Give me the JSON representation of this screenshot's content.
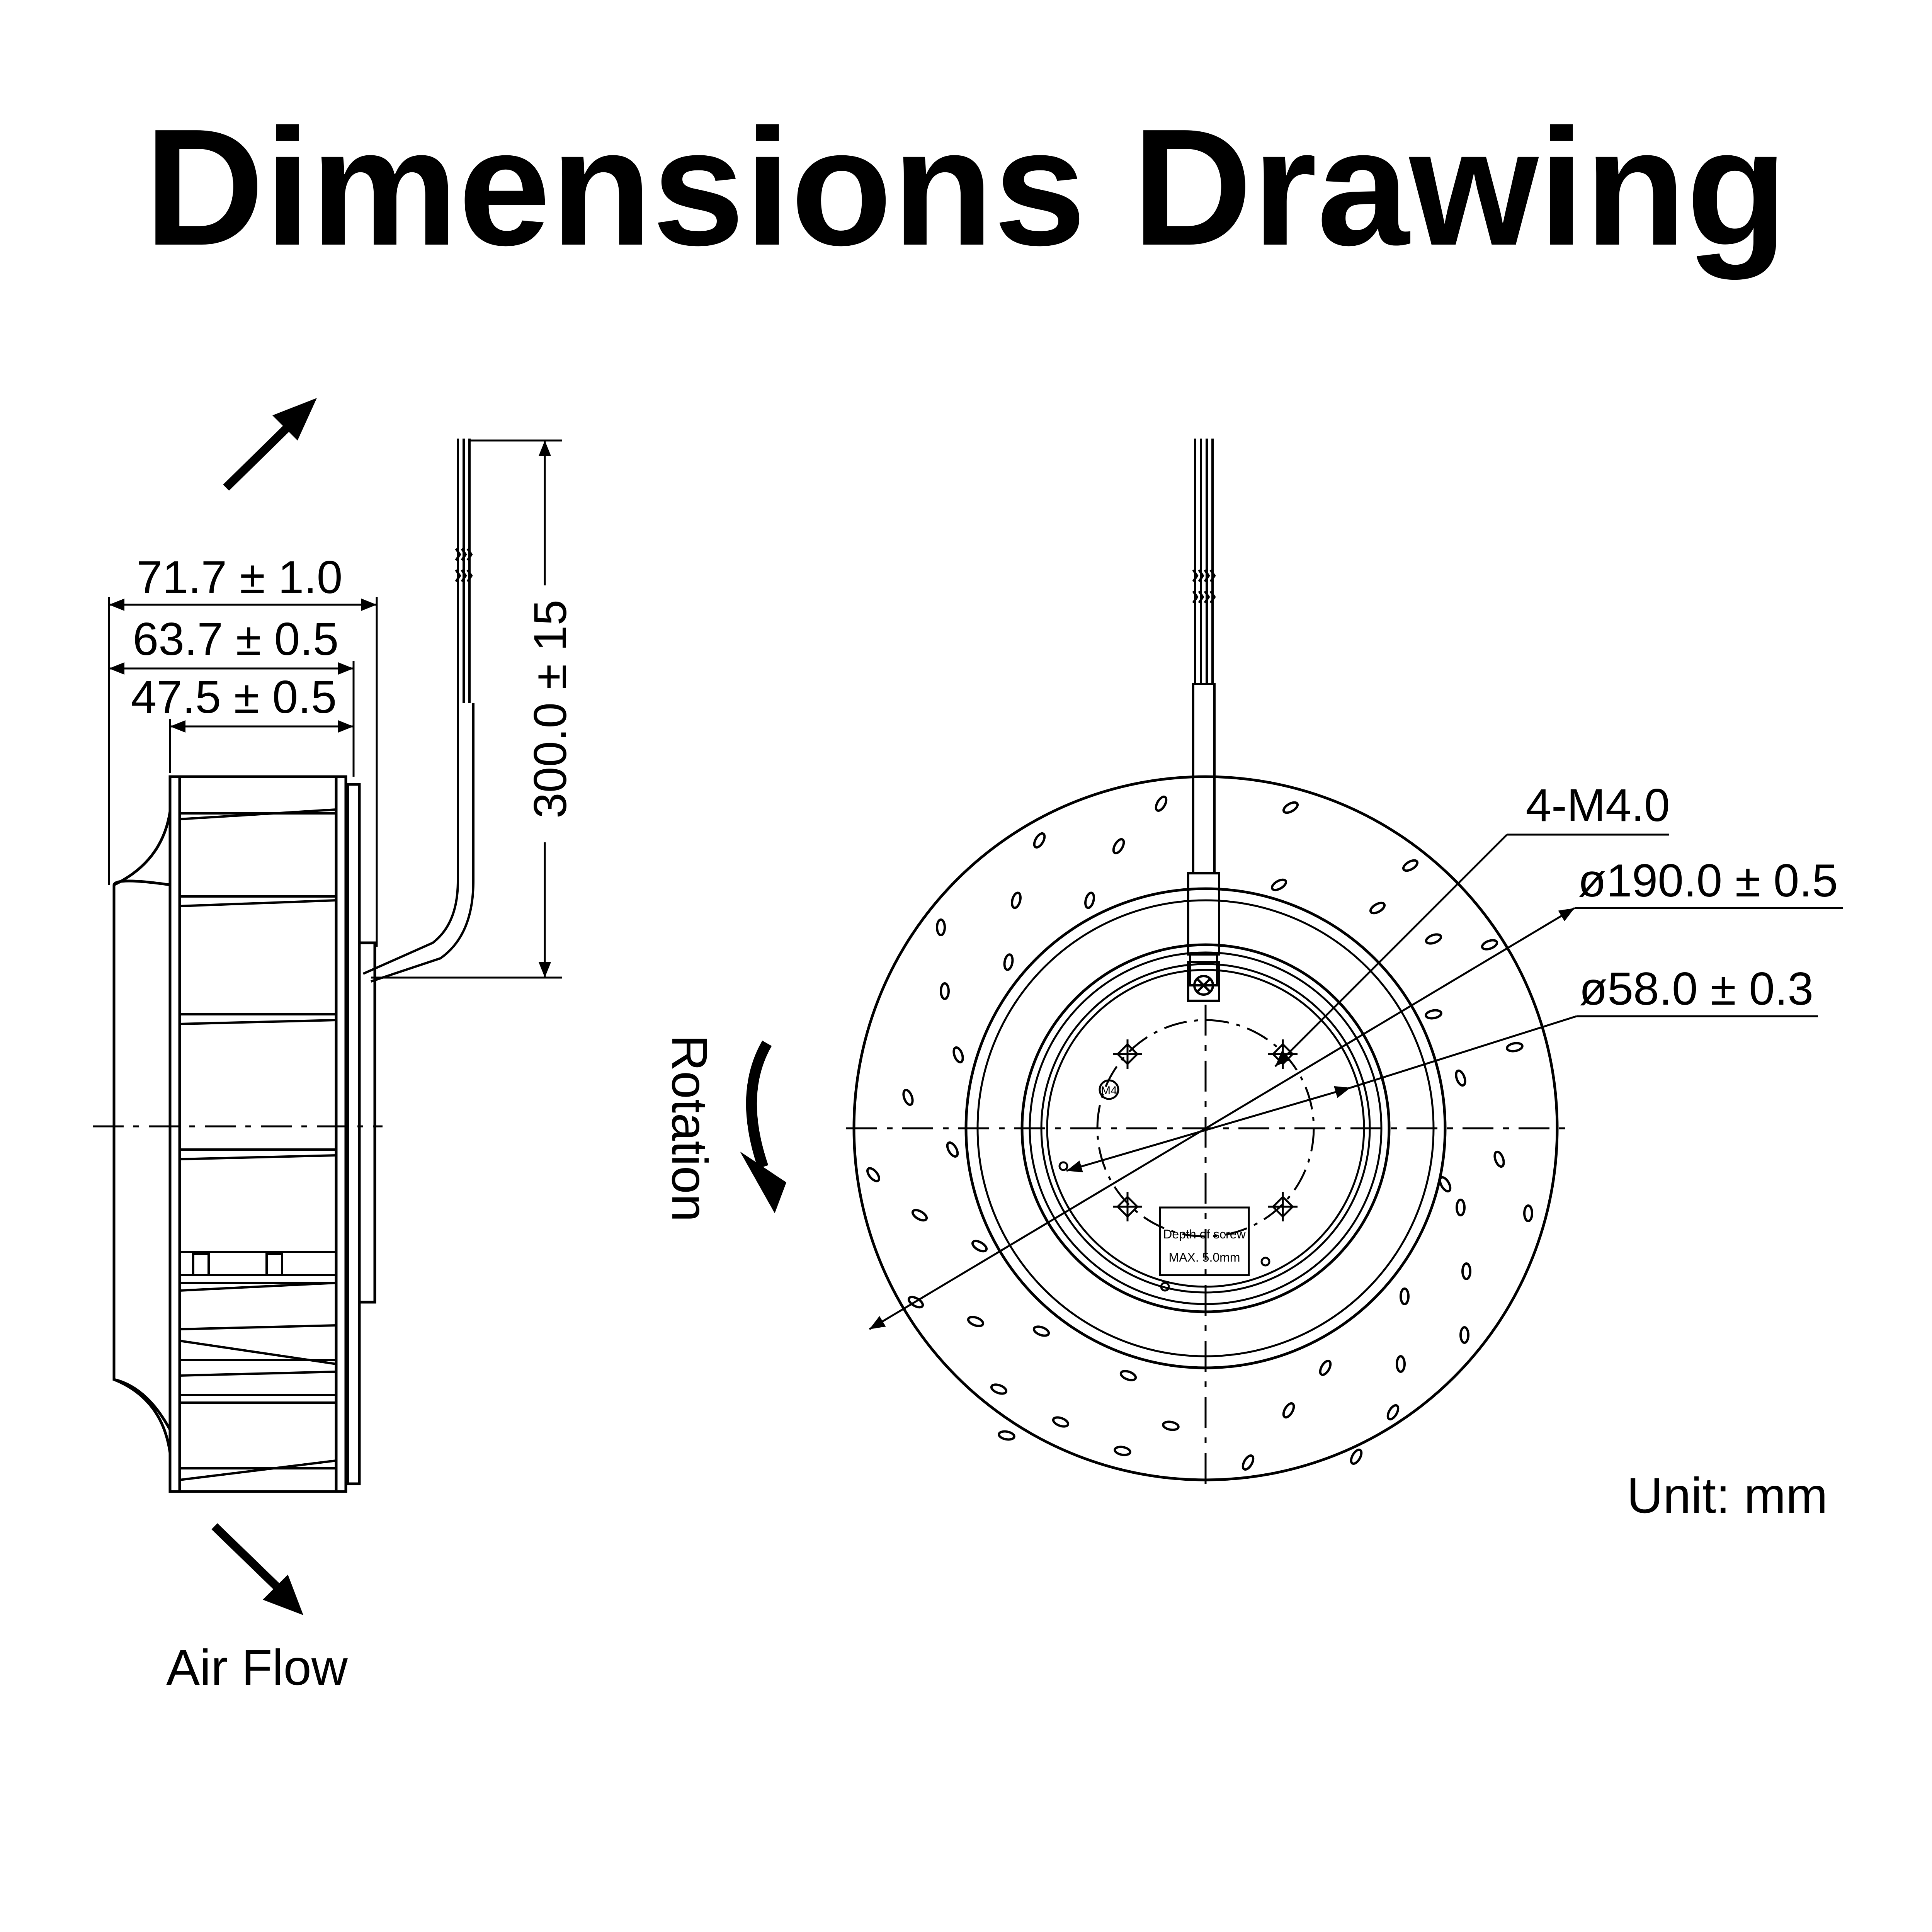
{
  "title": "Dimensions Drawing",
  "side_view": {
    "dimensions": {
      "overall_width": "71.7 ± 1.0",
      "housing_width": "63.7 ± 0.5",
      "impeller_width": "47.5 ± 0.5",
      "cable_length": "300.0 ± 15"
    },
    "airflow_label": "Air Flow"
  },
  "front_view": {
    "rotation_label": "Rotation",
    "screw_callout": "4-M4.0",
    "outer_diameter": "ø190.0 ± 0.5",
    "hub_diameter": "ø58.0 ± 0.3",
    "hole_tag": "M4",
    "label_box": {
      "line1": "Depth of screw",
      "line2": "MAX. 5.0mm"
    }
  },
  "unit_label": "Unit: mm"
}
